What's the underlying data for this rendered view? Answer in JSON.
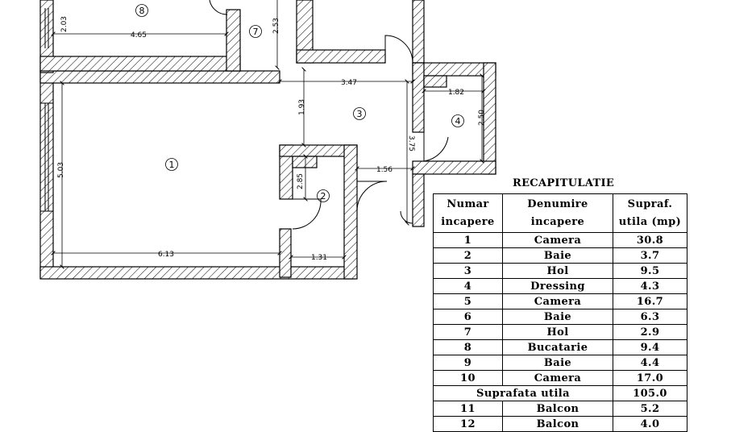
{
  "dimensions": {
    "d_203": "2.03",
    "d_465": "4.65",
    "d_253": "2.53",
    "d_347": "3.47",
    "d_182": "1.82",
    "d_193": "1.93",
    "d_250": "2.50",
    "d_375": "3.75",
    "d_503": "5.03",
    "d_156": "1.56",
    "d_285": "2.85",
    "d_613": "6.13",
    "d_131": "1.31"
  },
  "room_labels": {
    "r1": "1",
    "r2": "2",
    "r3": "3",
    "r4": "4",
    "r7": "7",
    "r8": "8"
  },
  "recap": {
    "title": "RECAPITULATIE",
    "headers": {
      "number": [
        "Numar",
        "incapere"
      ],
      "name": [
        "Denumire",
        "incapere"
      ],
      "area": [
        "Supraf.",
        "utila (mp)"
      ]
    },
    "rows": [
      {
        "n": "1",
        "name": "Camera",
        "area": "30.8"
      },
      {
        "n": "2",
        "name": "Baie",
        "area": "3.7"
      },
      {
        "n": "3",
        "name": "Hol",
        "area": "9.5"
      },
      {
        "n": "4",
        "name": "Dressing",
        "area": "4.3"
      },
      {
        "n": "5",
        "name": "Camera",
        "area": "16.7"
      },
      {
        "n": "6",
        "name": "Baie",
        "area": "6.3"
      },
      {
        "n": "7",
        "name": "Hol",
        "area": "2.9"
      },
      {
        "n": "8",
        "name": "Bucatarie",
        "area": "9.4"
      },
      {
        "n": "9",
        "name": "Baie",
        "area": "4.4"
      },
      {
        "n": "10",
        "name": "Camera",
        "area": "17.0"
      }
    ],
    "total": {
      "label": "Suprafata utila",
      "area": "105.0"
    },
    "extra_rows": [
      {
        "n": "11",
        "name": "Balcon",
        "area": "5.2"
      },
      {
        "n": "12",
        "name": "Balcon",
        "area": "4.0"
      }
    ]
  }
}
